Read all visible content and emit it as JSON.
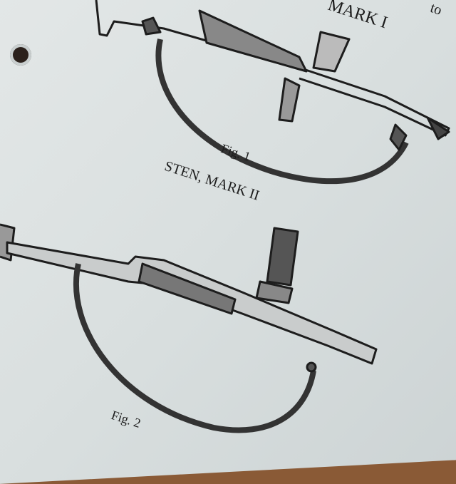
{
  "page": {
    "header_partial": "MARK I",
    "corner_word": "to",
    "figure1_caption": "Fig. 1",
    "figure2_title": "STEN, MARK II",
    "figure2_caption": "Fig. 2"
  },
  "colors": {
    "paper": "#dfe3e3",
    "ink": "#1d1d1d",
    "wood": "#8a5a36"
  }
}
